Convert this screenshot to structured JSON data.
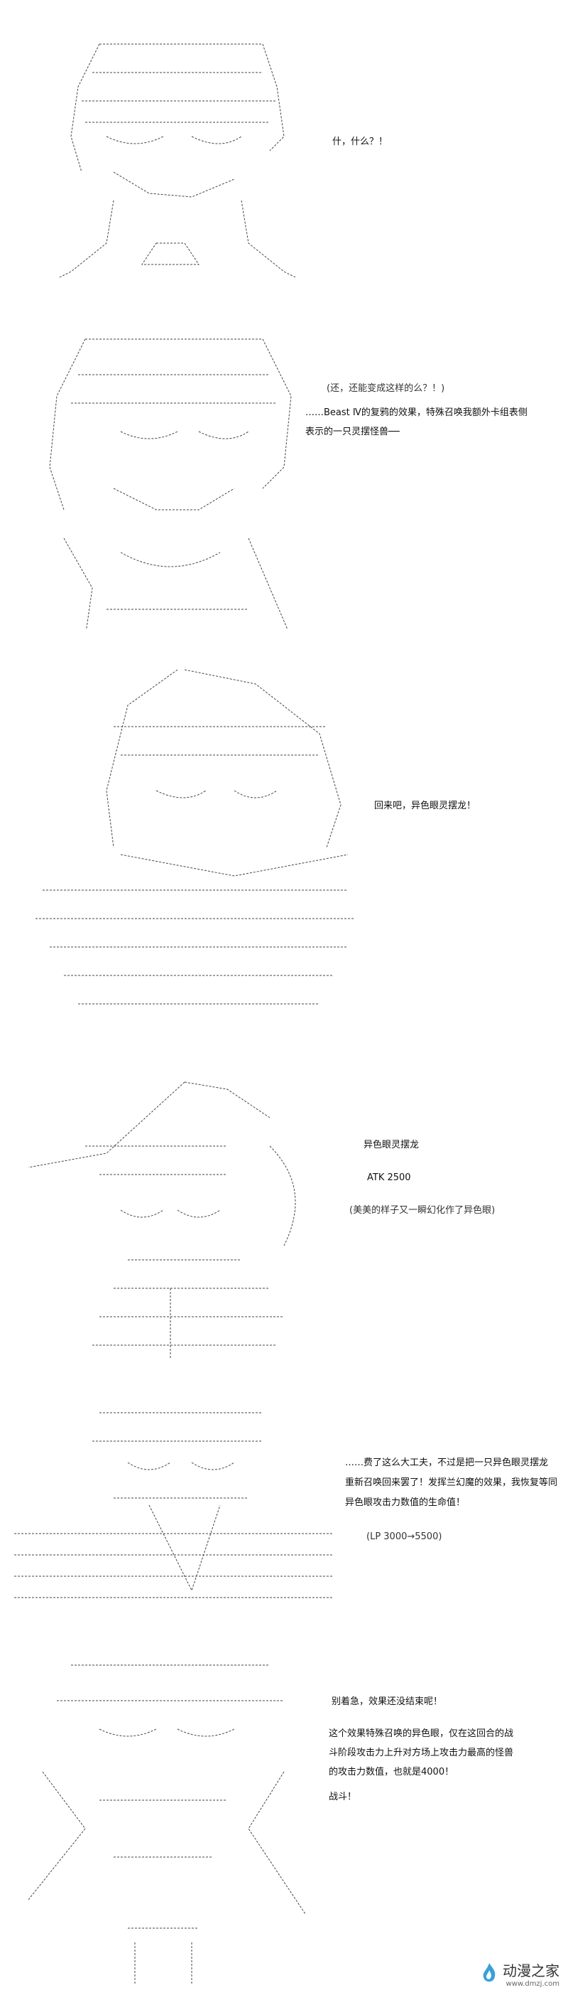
{
  "panels": [
    {
      "lines": [
        "什，什么？！"
      ]
    },
    {
      "lines": [
        "(还，还能变成这样的么？！)",
        "……Beast Ⅳ的复鸦的效果，特殊召唤我额外卡组表侧",
        "表示的一只灵摆怪兽──"
      ]
    },
    {
      "lines": [
        "回来吧，异色眼灵摆龙！"
      ]
    },
    {
      "lines": [
        "异色眼灵摆龙",
        "ATK 2500",
        "(美美的样子又一瞬幻化作了异色眼)"
      ]
    },
    {
      "lines": [
        "……费了这么大工夫，不过是把一只异色眼灵摆龙",
        "重新召唤回来罢了！发挥兰幻魔的效果，我恢复等同",
        "异色眼攻击力数值的生命值！",
        "(LP 3000→5500)"
      ]
    },
    {
      "lines": [
        "别着急，效果还没结束呢！",
        "这个效果特殊召唤的异色眼，仅在这回合的战",
        "斗阶段攻击力上升对方场上攻击力最高的怪兽",
        "的攻击力数值，也就是4000！",
        "战斗！"
      ]
    }
  ],
  "watermark": {
    "main": "动漫之家",
    "url": "www.dmzj.com"
  },
  "colors": {
    "watermark_logo": "#3aa0d8",
    "text": "#111111"
  }
}
